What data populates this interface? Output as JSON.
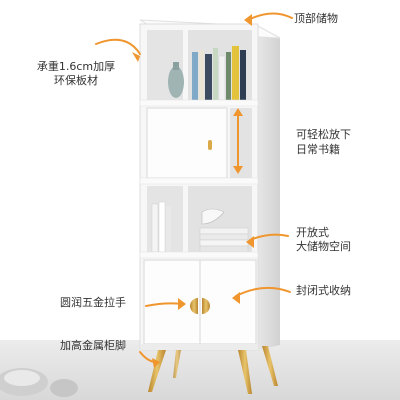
{
  "colors": {
    "arrow": "#f0962e",
    "cabinet_white": "#f7f7f7",
    "gold": "#d9a94a",
    "text": "#333333"
  },
  "callouts": {
    "top_storage": "顶部储物",
    "board_line1": "承重1.6cm加厚",
    "board_line2": "环保板材",
    "books_line1": "可轻松放下",
    "books_line2": "日常书籍",
    "open_line1": "开放式",
    "open_line2": "大储物空间",
    "closed_storage": "封闭式收纳",
    "handle": "圆润五金拉手",
    "legs": "加高金属柜脚"
  }
}
